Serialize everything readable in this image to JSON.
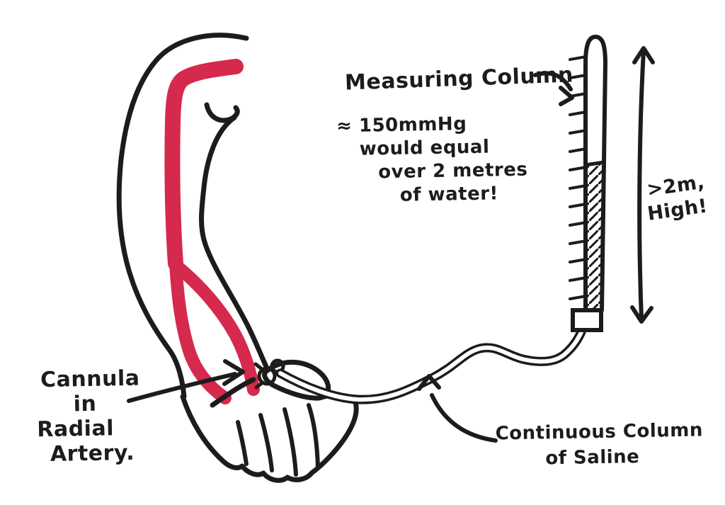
{
  "scene": {
    "background_color": "#ffffff",
    "ink_color": "#1c1c1c",
    "artery_color": "#d5294d",
    "style": "hand-drawn marker sketch"
  },
  "labels": {
    "measuring_column": "Measuring Column",
    "pressure_note": {
      "line1": "≈ 150mmHg",
      "line2": "would equal",
      "line3": "over 2 metres",
      "line4": "of water!"
    },
    "height_note": {
      "line1": ">2m,",
      "line2": "High!"
    },
    "cannula_note": {
      "line1": "Cannula",
      "line2": "in",
      "line3": "Radial",
      "line4": "Artery."
    },
    "saline_note": {
      "line1": "Continuous Column",
      "line2": "of Saline"
    }
  },
  "icons": {
    "measuring_column_arrow": "curved-arrow-pointing-down-right-to-column",
    "height_range_arrow": "vertical-double-headed-arrow",
    "cannula_arrow": "arrow-pointing-up-right-to-wrist-cannula",
    "saline_arrow": "curved-arrow-pointing-up-to-tubing"
  },
  "measuring_column": {
    "tick_count": 14,
    "fluid_fill_style": "diagonal-hatch",
    "fluid_level_fraction_from_top": 0.45
  }
}
